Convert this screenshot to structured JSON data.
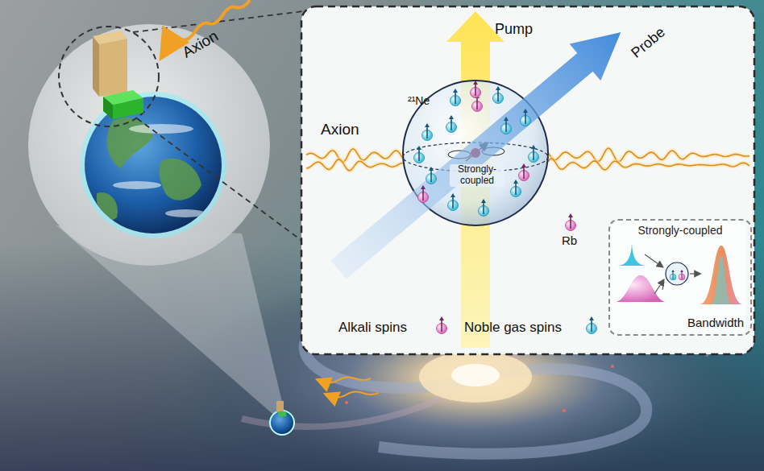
{
  "diagram": {
    "nodes": [
      {
        "text": [
          "Strongly-coupled"
        ]
      },
      {
        "text": [
          "Strongly-coupled",
          "Bandwidth"
        ]
      }
    ],
    "labels": [
      "Axion",
      "Axion",
      "Pump",
      "Probe",
      "²¹Ne",
      "Rb"
    ],
    "legend": [
      {
        "text": "Alkali spins"
      },
      {
        "text": "Noble gas spins"
      }
    ]
  }
}
